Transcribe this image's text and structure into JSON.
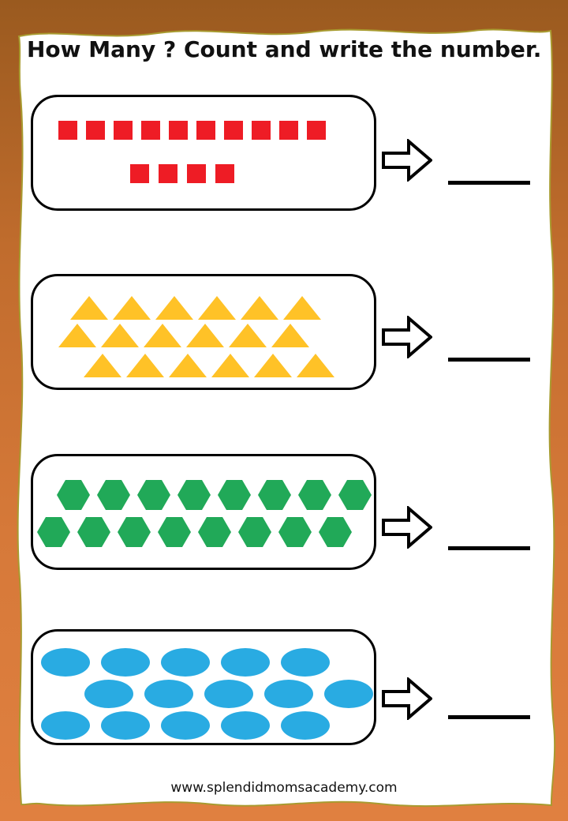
{
  "page": {
    "title": "How Many ? Count and write the number.",
    "footer": "www.splendidmomsacademy.com"
  },
  "colors": {
    "frame_top": "#9A5A1F",
    "frame_bottom": "#E08040",
    "paper": "#FFFFFF",
    "paper_edge_line": "#A89B30",
    "outline": "#000000",
    "square_red": "#EE1C25",
    "triangle_yellow": "#FFC227",
    "hexagon_green": "#21A958",
    "oval_blue": "#29ABE2"
  },
  "problems": [
    {
      "shape": "square",
      "label": "red squares",
      "color": "#EE1C25",
      "rows": [
        10,
        4
      ],
      "total": 14
    },
    {
      "shape": "triangle",
      "label": "yellow triangles",
      "color": "#FFC227",
      "rows": [
        6,
        6,
        6
      ],
      "total": 18
    },
    {
      "shape": "hexagon",
      "label": "green hexagons",
      "color": "#21A958",
      "rows": [
        8,
        8
      ],
      "total": 16
    },
    {
      "shape": "oval",
      "label": "blue ovals",
      "color": "#29ABE2",
      "rows": [
        5,
        5,
        5
      ],
      "total": 15
    }
  ]
}
